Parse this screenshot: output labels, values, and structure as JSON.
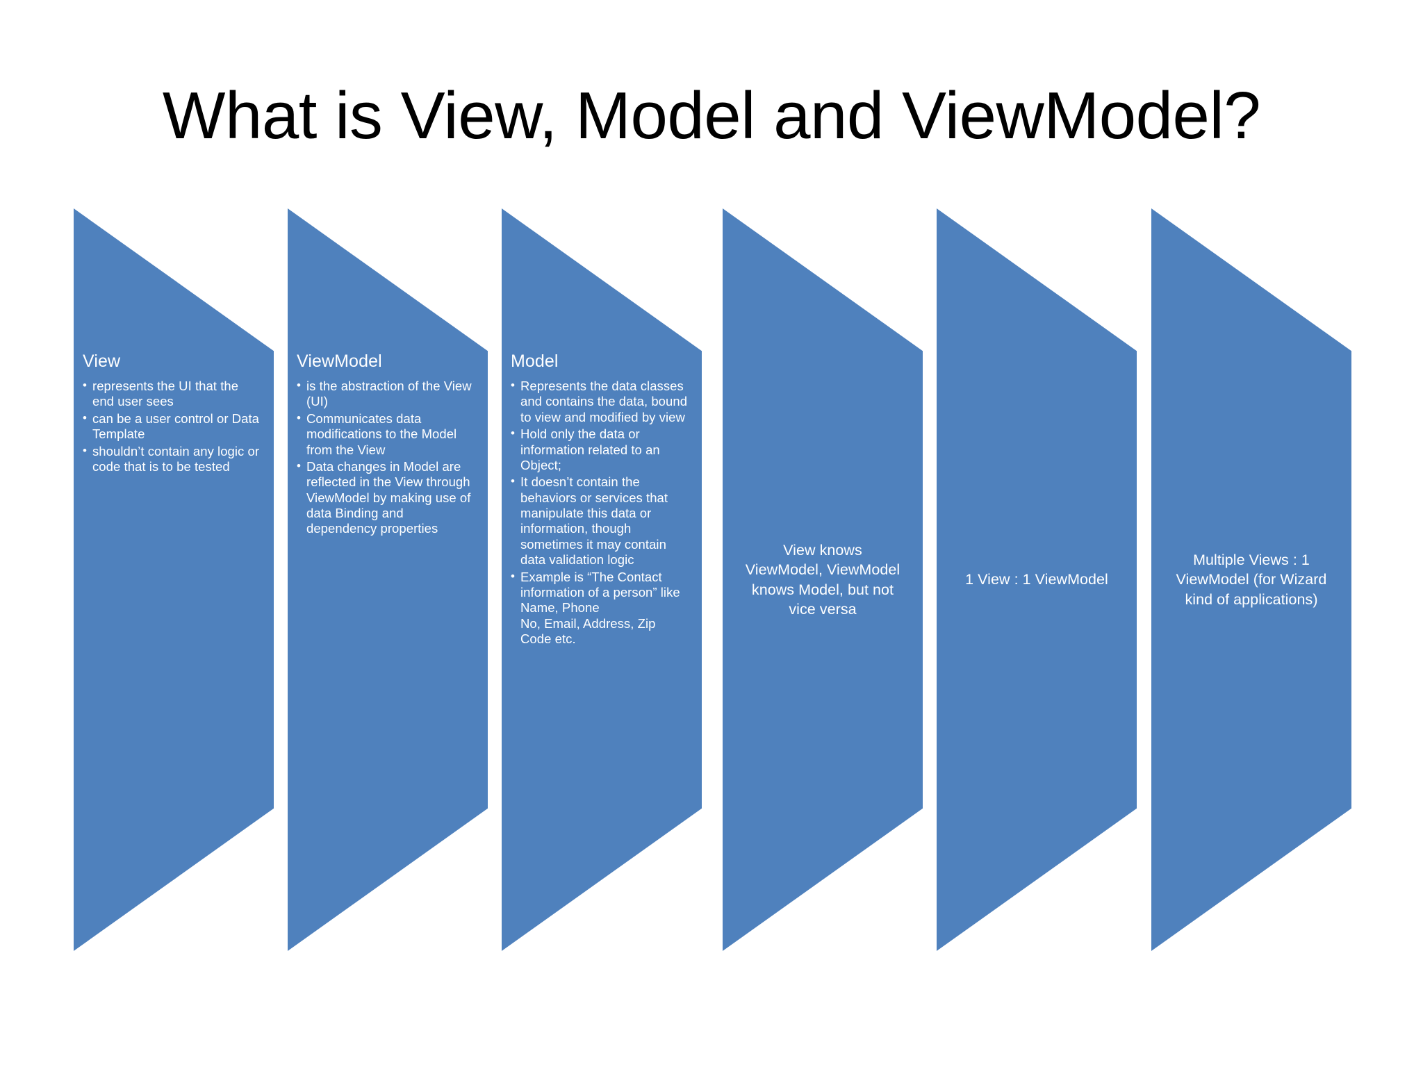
{
  "slide": {
    "title": "What is View, Model and ViewModel?",
    "background_color": "#FFFFFF",
    "accent_color": "#4F81BD",
    "text_color": "#FFFFFF"
  },
  "chevrons": [
    {
      "id": "view",
      "heading": "View",
      "bullets": [
        "represents the UI that the end user sees",
        "can be a user control or Data Template",
        "shouldn’t contain any logic or code that is to be tested"
      ]
    },
    {
      "id": "viewmodel",
      "heading": "ViewModel",
      "bullets": [
        "is the abstraction of the View (UI)",
        "Communicates data modifications to the Model from the View",
        "Data changes in Model are reflected in the View through ViewModel by making use of data Binding and dependency properties"
      ]
    },
    {
      "id": "model",
      "heading": "Model",
      "bullets": [
        "Represents the data classes and contains the data, bound to view and modified by view",
        "Hold only the data or information related to an Object;",
        "It doesn’t contain the behaviors or services that manipulate this data or information, though sometimes it may contain data validation logic",
        "Example is “The Contact information of a person” like Name, Phone\nNo, Email, Address, Zip Code etc."
      ]
    },
    {
      "id": "relationship",
      "text": "View knows ViewModel, ViewModel knows Model, but not vice versa"
    },
    {
      "id": "ratio-one-to-one",
      "text": "1 View : 1 ViewModel"
    },
    {
      "id": "ratio-many-to-one",
      "text": "Multiple Views : 1 ViewModel (for Wizard kind of applications)"
    }
  ]
}
